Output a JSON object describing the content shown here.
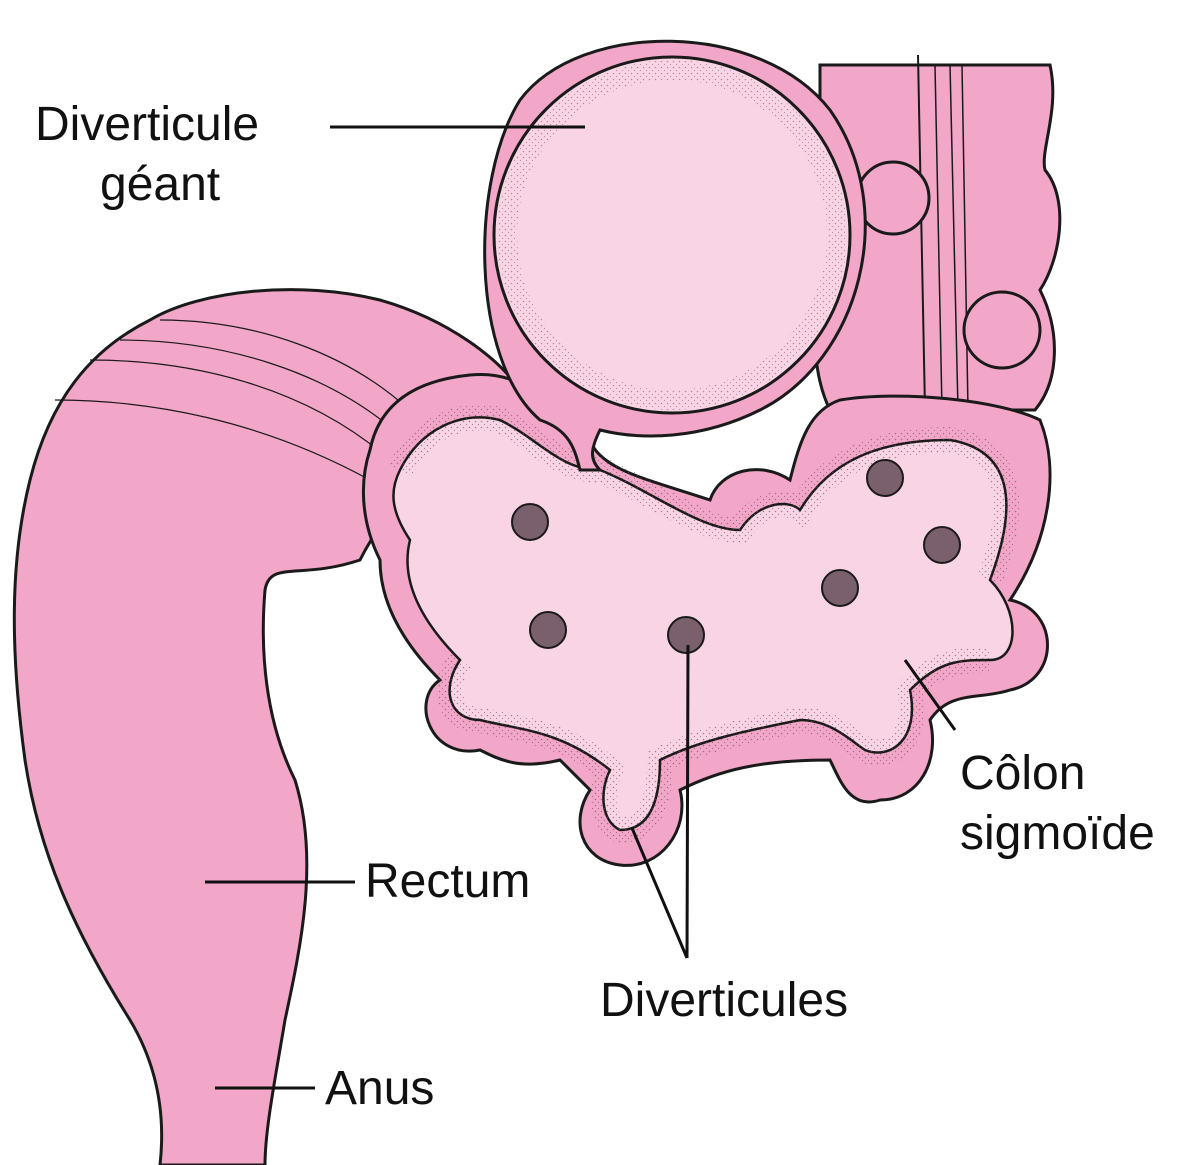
{
  "labels": {
    "giant_diverticulum_line1": "Diverticule",
    "giant_diverticulum_line2": "géant",
    "rectum": "Rectum",
    "anus": "Anus",
    "diverticula": "Diverticules",
    "sigmoid_line1": "Côlon",
    "sigmoid_line2": "sigmoïde"
  },
  "colors": {
    "tissue": "#f2a6c8",
    "inner": "#f8d4e4",
    "outline": "#1a1a1a",
    "stipple": "#6b4a5a"
  }
}
